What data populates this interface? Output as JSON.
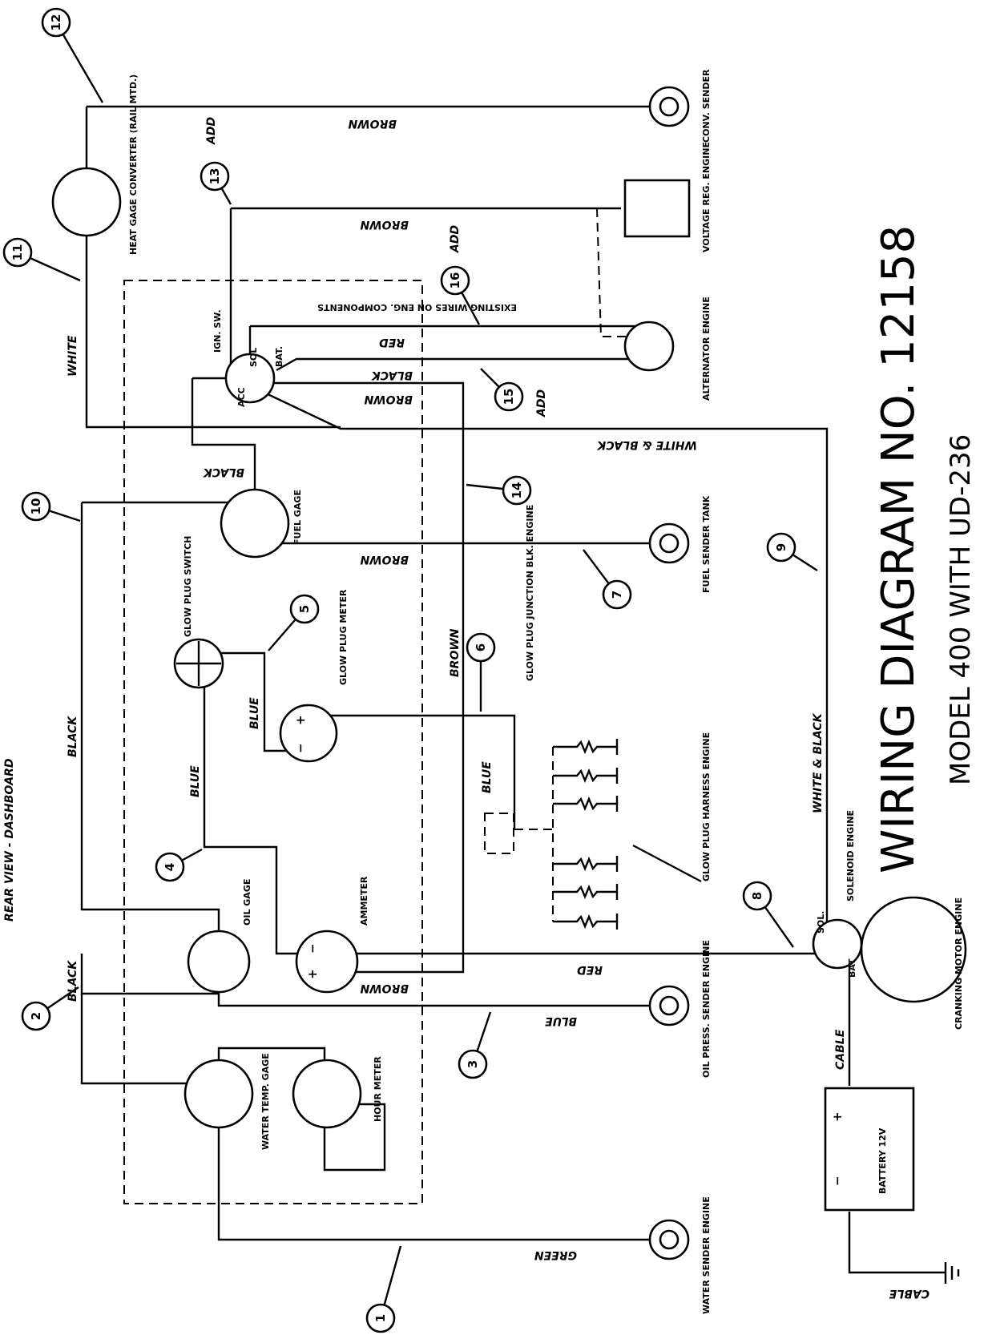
{
  "title": "WIRING DIAGRAM NO. 12158",
  "subtitle": "MODEL 400 WITH UD-236",
  "view_label": "REAR VIEW - DASHBOARD",
  "components": {
    "heat_gage": "HEAT GAGE CONVERTER (RAIL MTD.)",
    "conv_sender": "CONV. SENDER",
    "voltage_reg": "VOLTAGE REG. ENGINE",
    "existing_wires": "EXISTING WIRES ON ENG. COMPONENTS",
    "alternator": "ALTERNATOR ENGINE",
    "ign_sw": "IGN. SW.",
    "sol": "SOL",
    "bat": "BAT.",
    "acc": "ACC",
    "fuel_gage": "FUEL GAGE",
    "fuel_sender": "FUEL SENDER TANK",
    "glow_switch": "GLOW PLUG SWITCH",
    "glow_meter": "GLOW PLUG METER",
    "glow_junction": "GLOW PLUG JUNCTION BLK. ENGINE",
    "glow_harness": "GLOW PLUG HARNESS ENGINE",
    "oil_gage": "OIL GAGE",
    "ammeter": "AMMETER",
    "oil_sender": "OIL PRESS. SENDER ENGINE",
    "water_gage": "WATER TEMP. GAGE",
    "hour_meter": "HOUR METER",
    "water_sender": "WATER SENDER ENGINE",
    "solenoid": "SOLENOID ENGINE",
    "cranking_motor": "CRANKING MOTOR ENGINE",
    "battery": "BATTERY 12V"
  },
  "wire_labels": {
    "brown": "BROWN",
    "white": "WHITE",
    "black": "BLACK",
    "red": "RED",
    "blue": "BLUE",
    "green": "GREEN",
    "white_black": "WHITE & BLACK",
    "cable": "CABLE",
    "add": "ADD",
    "sol": "SOL.",
    "bat": "BAT",
    "plus": "+",
    "minus": "−"
  },
  "callouts": [
    "1",
    "2",
    "3",
    "4",
    "5",
    "6",
    "7",
    "8",
    "9",
    "10",
    "11",
    "12",
    "13",
    "14",
    "15",
    "16"
  ]
}
